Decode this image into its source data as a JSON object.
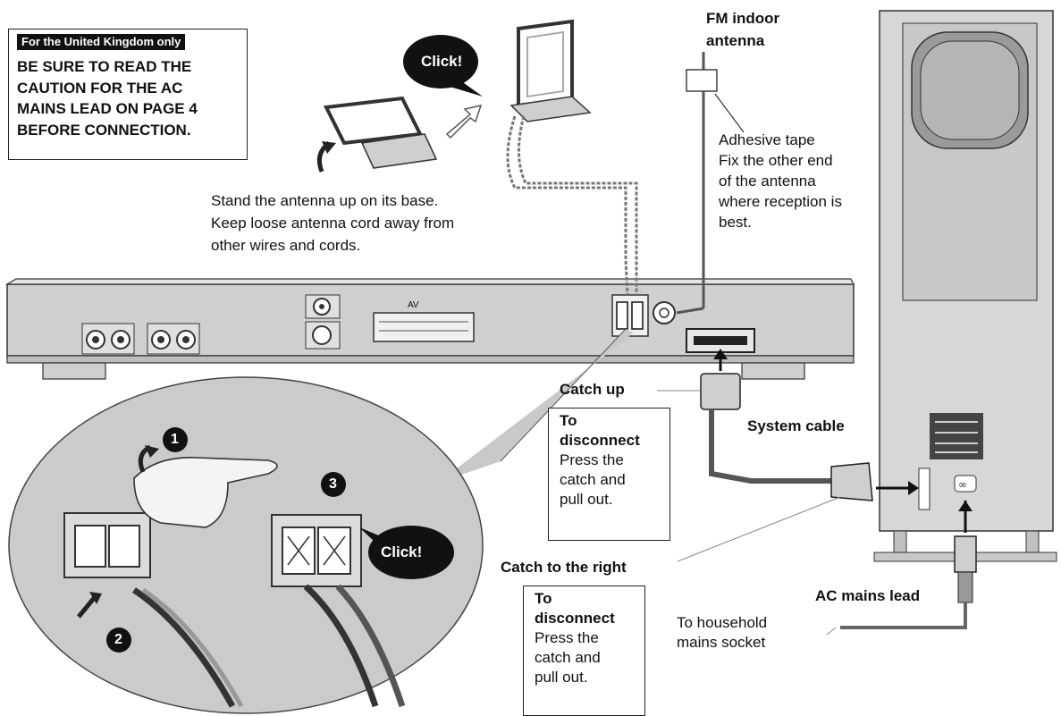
{
  "uk_note": {
    "tag": "For the United Kingdom only",
    "lines": [
      "BE SURE TO READ THE",
      "CAUTION FOR THE AC",
      "MAINS LEAD ON PAGE 4",
      "BEFORE CONNECTION."
    ]
  },
  "callouts": {
    "click_top": "Click!",
    "click_bottom": "Click!"
  },
  "fm_antenna": {
    "title_line1": "FM indoor",
    "title_line2": "antenna",
    "tape_lines": [
      "Adhesive tape",
      "Fix the other end",
      "of the antenna",
      "where reception is",
      "best."
    ]
  },
  "am_antenna_note": [
    "Stand the antenna up on its base.",
    "Keep loose antenna cord away from",
    "other wires and cords."
  ],
  "labels": {
    "catch_up": "Catch up",
    "system_cable": "System cable",
    "catch_right": "Catch to the right",
    "ac_mains": "AC mains lead",
    "household_line1": "To household",
    "household_line2": "mains socket"
  },
  "disconnect_box_1": {
    "title": [
      "To",
      "disconnect"
    ],
    "body": [
      "Press the",
      "catch and",
      "pull out."
    ]
  },
  "disconnect_box_2": {
    "title": [
      "To",
      "disconnect"
    ],
    "body": [
      "Press the",
      "catch and",
      "pull out."
    ]
  },
  "steps": {
    "one": "1",
    "two": "2",
    "three": "3"
  },
  "unit_labels": {
    "av": "AV"
  }
}
